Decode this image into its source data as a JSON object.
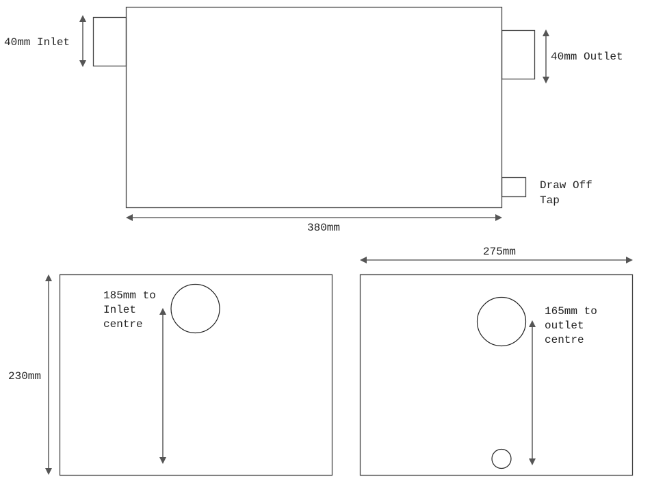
{
  "diagram": {
    "top_view": {
      "inlet_label": "40mm Inlet",
      "outlet_label": "40mm Outlet",
      "tap_label_line1": "Draw Off",
      "tap_label_line2": "Tap",
      "length_label": "380mm"
    },
    "inlet_end_view": {
      "height_label": "230mm",
      "note_line1": "185mm to",
      "note_line2": "Inlet",
      "note_line3": "centre"
    },
    "outlet_end_view": {
      "width_label": "275mm",
      "note_line1": "165mm to",
      "note_line2": "outlet",
      "note_line3": "centre"
    }
  },
  "colors": {
    "line": "#444444",
    "dimension": "#666666",
    "text": "#222222"
  }
}
